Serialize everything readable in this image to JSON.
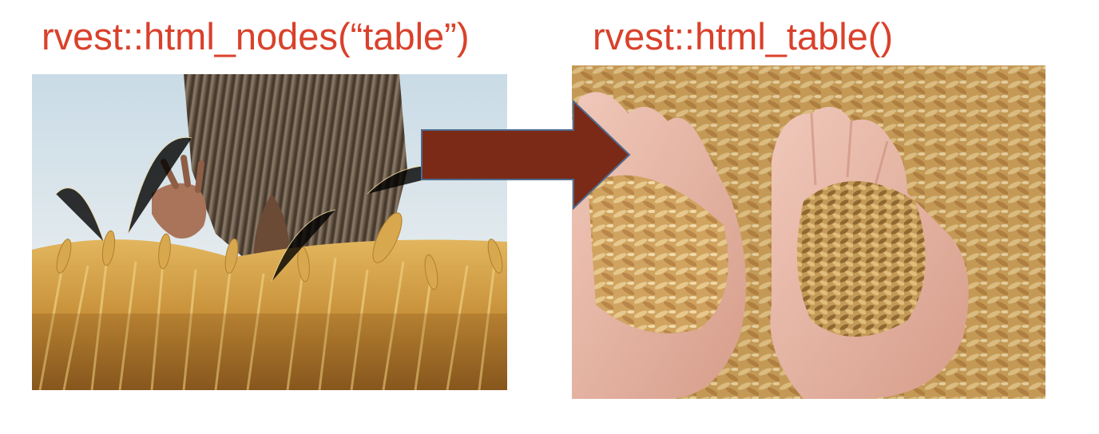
{
  "slide": {
    "left_title": "rvest::html_nodes(“table”)",
    "right_title": "rvest::html_table()"
  },
  "colors": {
    "title_text": "#d9412b",
    "arrow_fill": "#7a2a17",
    "arrow_stroke": "#4f6b8e",
    "wheat": "#d2a64e",
    "sky": "#cfe0ea",
    "skin": "#e8b8a6"
  },
  "images": {
    "left": "farmer-harvesting-wheat-field-photo",
    "right": "hands-holding-oat-grain-photo"
  },
  "arrow": {
    "direction": "right"
  }
}
